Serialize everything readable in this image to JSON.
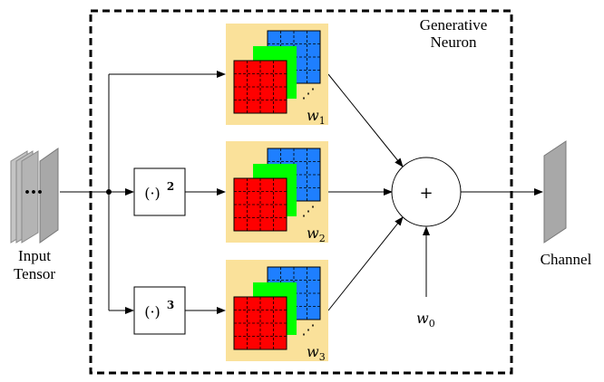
{
  "labels": {
    "neuron_line1": "Generative",
    "neuron_line2": "Neuron",
    "input_line1": "Input",
    "input_line2": "Tensor",
    "output": "Channel",
    "sum_symbol": "+",
    "input_dots": "•••",
    "filter_dots": "⋰"
  },
  "powers": [
    {
      "base": "(·)",
      "exp": "2"
    },
    {
      "base": "(·)",
      "exp": "3"
    }
  ],
  "weights": [
    {
      "sym": "w",
      "sub": "1"
    },
    {
      "sym": "w",
      "sub": "2"
    },
    {
      "sym": "w",
      "sub": "3"
    },
    {
      "sym": "w",
      "sub": "0"
    }
  ],
  "colors": {
    "filter_bg": "#FAE19A",
    "red": "#FF0000",
    "green": "#00FF00",
    "blue": "#1E7FFF",
    "tensor_gray": "#A0A0A0"
  }
}
